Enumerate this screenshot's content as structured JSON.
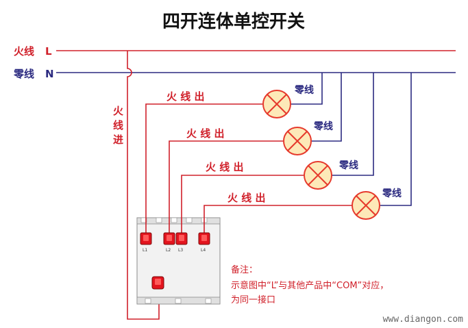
{
  "title": "四开连体单控开关",
  "bus": {
    "live_label": "火线",
    "live_letter": "L",
    "neutral_label": "零线",
    "neutral_letter": "N"
  },
  "live_in_label": [
    "火",
    "线",
    "进"
  ],
  "outputs": [
    {
      "out_label": "火 线 出",
      "neutral_label": "零线",
      "terminal": "L1"
    },
    {
      "out_label": "火 线 出",
      "neutral_label": "零线",
      "terminal": "L2"
    },
    {
      "out_label": "火 线 出",
      "neutral_label": "零线",
      "terminal": "L3"
    },
    {
      "out_label": "火 线 出",
      "neutral_label": "零线",
      "terminal": "L4"
    }
  ],
  "note": {
    "heading": "备注：",
    "line1": "示意图中“L”与其他产品中“COM”对应，",
    "line2": "为同一接口"
  },
  "watermark": "www.diangon.com",
  "colors": {
    "live": "#d0202a",
    "neutral": "#2b2a80",
    "lamp_fill": "#fde9b8",
    "lamp_stroke": "#e6392c"
  }
}
